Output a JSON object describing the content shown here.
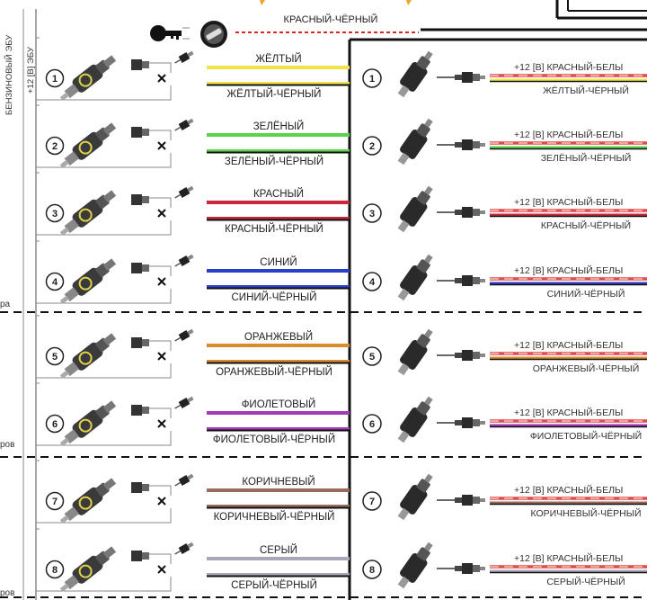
{
  "header": {
    "top_wire_label": "КРАСНЫЙ-ЧЁРНЫЙ",
    "ecu_label": "БЕНЗИНОВЫЙ ЭБУ",
    "ecu_power_label": "+12 [В] ЭБУ"
  },
  "side_fragments": [
    "ра",
    "ров",
    "ров"
  ],
  "channels": [
    {
      "num": "1",
      "wire": "ЖЁЛТЫЙ",
      "wire_black": "ЖЁЛТЫЙ-ЧЁРНЫЙ",
      "power": "+12 [В] КРАСНЫЙ-БЕЛЫ",
      "right_black": "ЖЁЛТЫЙ-ЧЁРНЫЙ",
      "color": "#f2e24a",
      "power_color": "#e04a4a"
    },
    {
      "num": "2",
      "wire": "ЗЕЛЁНЫЙ",
      "wire_black": "ЗЕЛЁНЫЙ-ЧЁРНЫЙ",
      "power": "+12 [В] КРАСНЫЙ-БЕЛЫ",
      "right_black": "ЗЕЛЁНЫЙ-ЧЁРНЫЙ",
      "color": "#5bd24a",
      "power_color": "#e04a4a"
    },
    {
      "num": "3",
      "wire": "КРАСНЫЙ",
      "wire_black": "КРАСНЫЙ-ЧЁРНЫЙ",
      "power": "+12 [В] КРАСНЫЙ-БЕЛЫ",
      "right_black": "КРАСНЫЙ-ЧЁРНЫЙ",
      "color": "#c8283a",
      "power_color": "#e04a4a"
    },
    {
      "num": "4",
      "wire": "СИНИЙ",
      "wire_black": "СИНИЙ-ЧЁРНЫЙ",
      "power": "+12 [В] КРАСНЫЙ-БЕЛЫ",
      "right_black": "СИНИЙ-ЧЁРНЫЙ",
      "color": "#2a3fc8",
      "power_color": "#e04a4a"
    },
    {
      "num": "5",
      "wire": "ОРАНЖЕВЫЙ",
      "wire_black": "ОРАНЖЕВЫЙ-ЧЁРНЫЙ",
      "power": "+12 [В] КРАСНЫЙ-БЕЛЫ",
      "right_black": "ОРАНЖЕВЫЙ-ЧЁРНЫЙ",
      "color": "#d98a2a",
      "power_color": "#e04a4a"
    },
    {
      "num": "6",
      "wire": "ФИОЛЕТОВЫЙ",
      "wire_black": "ФИОЛЕТОВЫЙ-ЧЁРНЫЙ",
      "power": "+12 [В] КРАСНЫЙ-БЕЛЫ",
      "right_black": "ФИОЛЕТОВЫЙ-ЧЁРНЫЙ",
      "color": "#a23ab8",
      "power_color": "#e04a4a"
    },
    {
      "num": "7",
      "wire": "КОРИЧНЕВЫЙ",
      "wire_black": "КОРИЧНЕВЫЙ-ЧЁРНЫЙ",
      "power": "+12 [В] КРАСНЫЙ-БЕЛЫ",
      "right_black": "КОРИЧНЕВЫЙ-ЧЁРНЫЙ",
      "color": "#9a6a5a",
      "power_color": "#e04a4a"
    },
    {
      "num": "8",
      "wire": "СЕРЫЙ",
      "wire_black": "СЕРЫЙ-ЧЁРНЫЙ",
      "power": "+12 [В] КРАСНЫЙ-БЕЛЫ",
      "right_black": "СЕРЫЙ-ЧЁРНЫЙ",
      "color": "#a8a8b8",
      "power_color": "#e04a4a"
    }
  ]
}
